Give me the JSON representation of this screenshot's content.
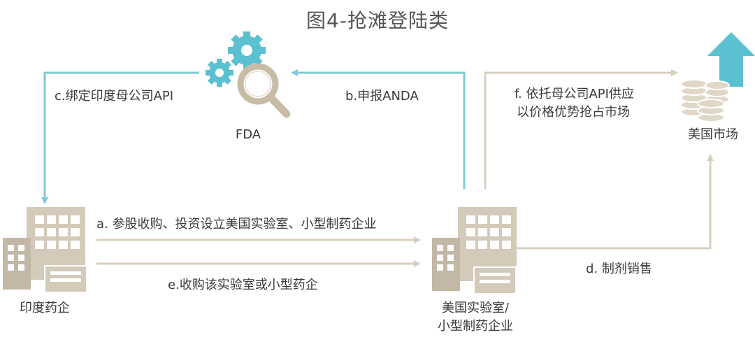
{
  "title": "图4-抢滩登陆类",
  "colors": {
    "teal": "#7FCBD6",
    "tan": "#D9CFBE",
    "building": "#D4CABA",
    "building_dark": "#C3B8A6",
    "gear": "#5BC1D0",
    "arrow_up": "#5BC1D0"
  },
  "nodes": {
    "fda": {
      "label": "FDA",
      "icon": "gear-magnifier-icon"
    },
    "us_market": {
      "label": "美国市场",
      "icon": "coin-stack-up-arrow-icon"
    },
    "india_pharma": {
      "label": "印度药企",
      "icon": "building-icon"
    },
    "us_lab": {
      "label_line1": "美国实验室/",
      "label_line2": "小型制药企业",
      "icon": "building-icon"
    }
  },
  "edges": {
    "a": "a. 参股收购、投资设立美国实验室、小型制药企业",
    "b": "b.申报ANDA",
    "c": "c.绑定印度母公司API",
    "d": "d. 制剂销售",
    "e": "e.收购该实验室或小型药企",
    "f_line1": "f. 依托母公司API供应",
    "f_line2": "以价格优势抢占市场"
  }
}
